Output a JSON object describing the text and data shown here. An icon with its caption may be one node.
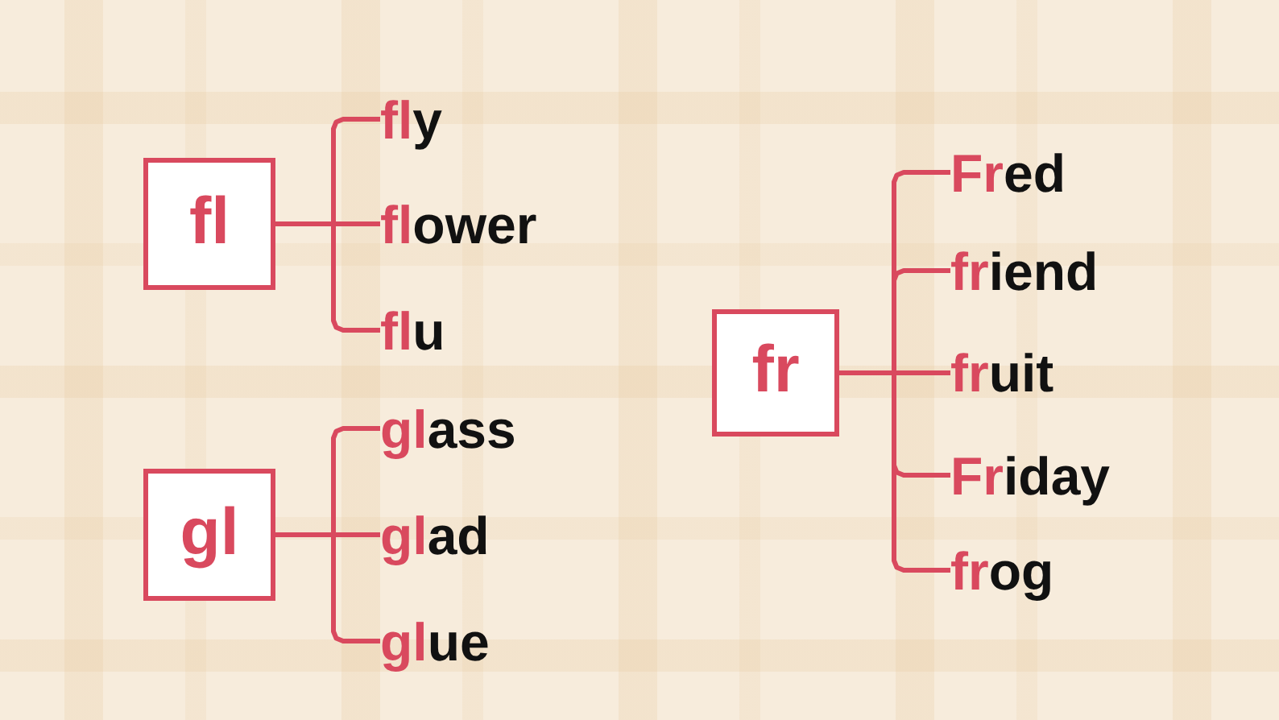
{
  "diagram": {
    "nodes": [
      {
        "text": [
          "fl"
        ]
      },
      {
        "text": [
          "fly"
        ]
      },
      {
        "text": [
          "flower"
        ]
      },
      {
        "text": [
          "flu"
        ]
      },
      {
        "text": [
          "gl"
        ]
      },
      {
        "text": [
          "glass"
        ]
      },
      {
        "text": [
          "glad"
        ]
      },
      {
        "text": [
          "glue"
        ]
      },
      {
        "text": [
          "fr"
        ]
      },
      {
        "text": [
          "Fred"
        ]
      },
      {
        "text": [
          "friend"
        ]
      },
      {
        "text": [
          "fruit"
        ]
      },
      {
        "text": [
          "Friday"
        ]
      },
      {
        "text": [
          "frog"
        ]
      }
    ],
    "edges": [
      {
        "from": 0,
        "to": 1,
        "arrow": "none"
      },
      {
        "from": 0,
        "to": 2,
        "arrow": "none"
      },
      {
        "from": 0,
        "to": 3,
        "arrow": "none"
      },
      {
        "from": 4,
        "to": 5,
        "arrow": "none"
      },
      {
        "from": 4,
        "to": 6,
        "arrow": "none"
      },
      {
        "from": 4,
        "to": 7,
        "arrow": "none"
      },
      {
        "from": 8,
        "to": 9,
        "arrow": "none"
      },
      {
        "from": 8,
        "to": 10,
        "arrow": "none"
      },
      {
        "from": 8,
        "to": 11,
        "arrow": "none"
      },
      {
        "from": 8,
        "to": 12,
        "arrow": "none"
      },
      {
        "from": 8,
        "to": 13,
        "arrow": "none"
      }
    ]
  }
}
